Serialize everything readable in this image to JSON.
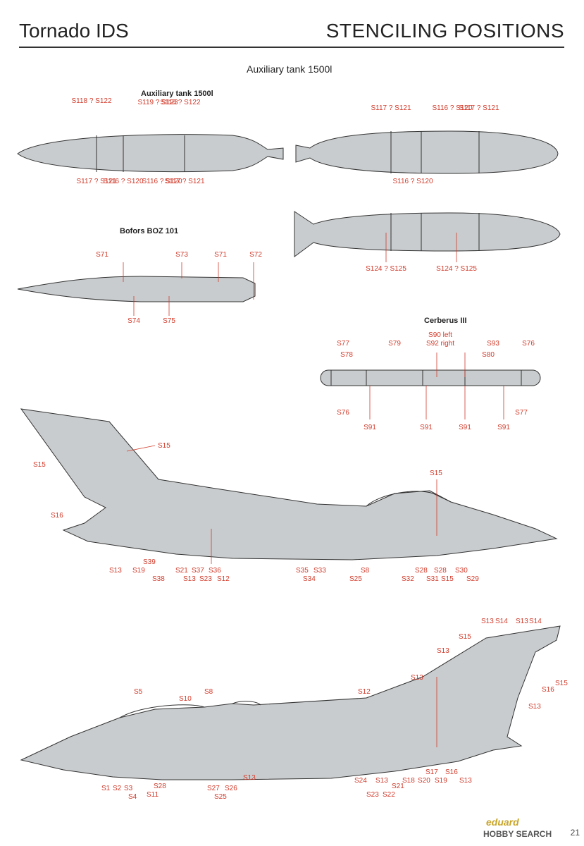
{
  "header": {
    "title_left": "Tornado IDS",
    "title_right": "STENCILING POSITIONS"
  },
  "sections": {
    "aux_tank_main": "Auxiliary tank 1500l",
    "aux_tank_sub": "Auxiliary tank 1500l",
    "bofors": "Bofors BOZ 101",
    "cerberus": "Cerberus III"
  },
  "footer": {
    "brand": "eduard",
    "watermark": "HOBBY SEARCH",
    "page": "21"
  },
  "labels": {
    "tank1_top": [
      "S118 ? S122",
      "S119 ? S123",
      "S118 ? S122"
    ],
    "tank1_bot": [
      "S117 ? S121",
      "S116 ? S120",
      "S116 ? S120",
      "S117 ? S121"
    ],
    "tank2_top": [
      "S117 ? S121",
      "S116 ? S120",
      "S117 ? S121"
    ],
    "tank2_bot": [
      "S116 ? S120"
    ],
    "tank3_bot": [
      "S124 ? S125",
      "S124 ? S125"
    ],
    "bofors_top": [
      "S71",
      "S73",
      "S71",
      "S72"
    ],
    "bofors_bot": [
      "S74",
      "S75"
    ],
    "cerb_top": [
      "S77",
      "S78",
      "S79",
      "S90 left",
      "S92 right",
      "S93",
      "S80",
      "S76"
    ],
    "cerb_bot": [
      "S76",
      "S91",
      "S91",
      "S91",
      "S91",
      "S77"
    ],
    "jet1": [
      "S15",
      "S15",
      "S16",
      "S15",
      "S13",
      "S19",
      "S39",
      "S38",
      "S21",
      "S13",
      "S37",
      "S23",
      "S36",
      "S12",
      "S35",
      "S34",
      "S33",
      "S8",
      "S25",
      "S32",
      "S28",
      "S31",
      "S28",
      "S15",
      "S30",
      "S29"
    ],
    "jet2": [
      "S13",
      "S14",
      "S13",
      "S14",
      "S15",
      "S13",
      "S13",
      "S15",
      "S16",
      "S13",
      "S12",
      "S5",
      "S10",
      "S8",
      "S1",
      "S2",
      "S3",
      "S4",
      "S11",
      "S28",
      "S27",
      "S26",
      "S25",
      "S13",
      "S24",
      "S23",
      "S13",
      "S22",
      "S21",
      "S18",
      "S17",
      "S20",
      "S19",
      "S16",
      "S13"
    ]
  }
}
